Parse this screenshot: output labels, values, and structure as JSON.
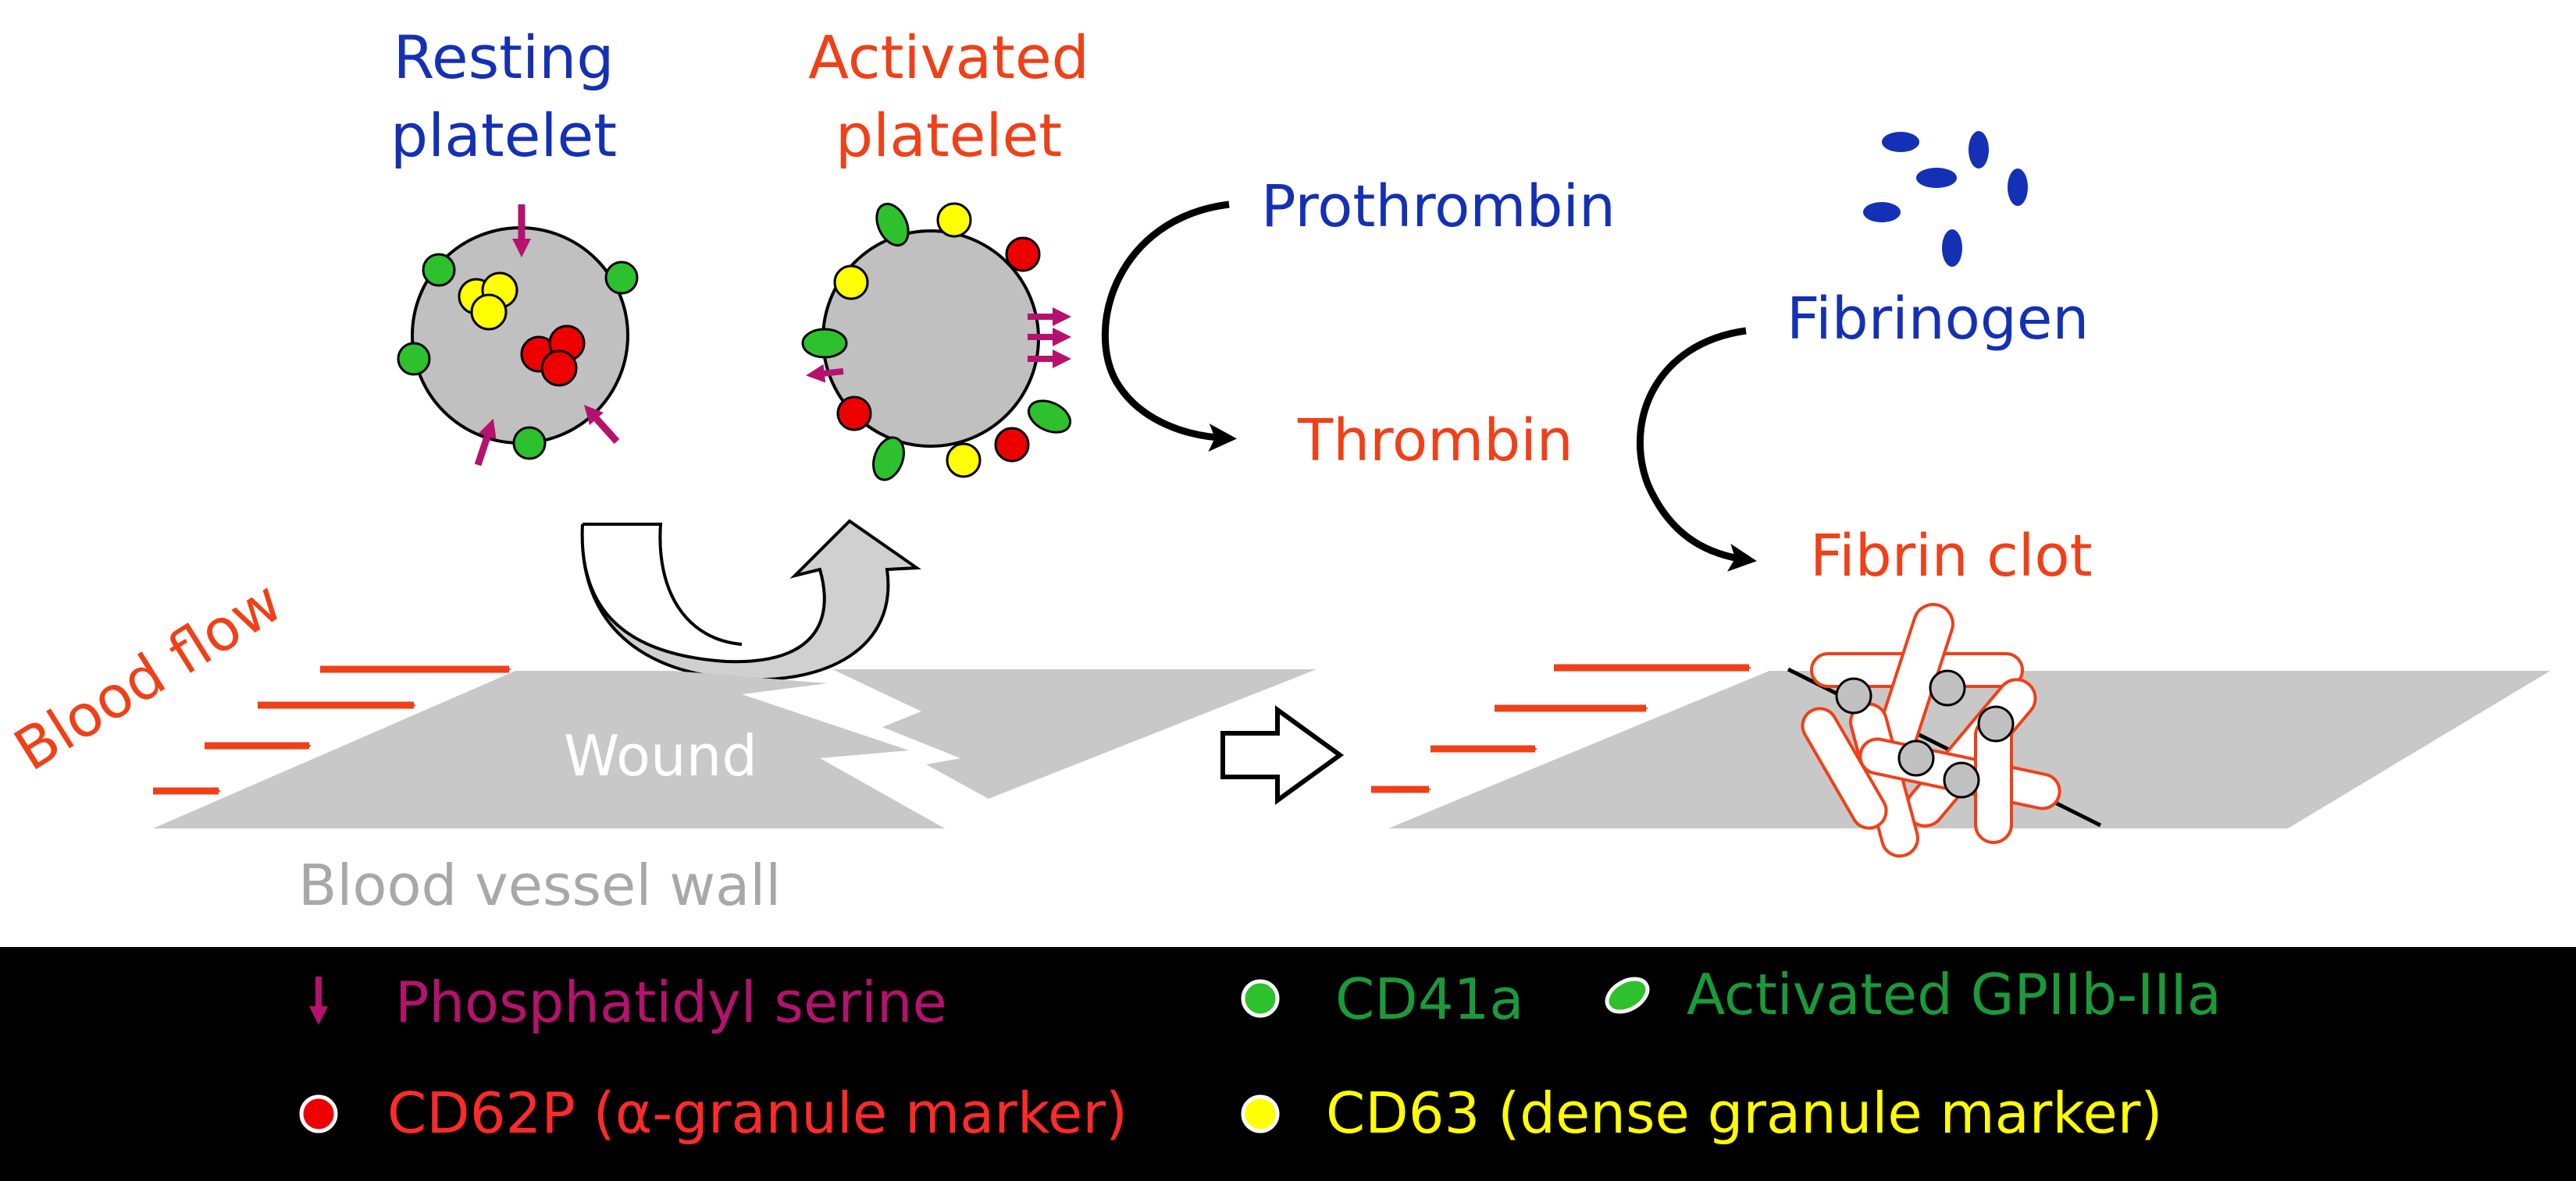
{
  "colors": {
    "blue": "#1430b4",
    "orange": "#f04018",
    "magenta": "#b4126e",
    "green_text": "#1a9a3a",
    "green_marker": "#2dc12d",
    "red_marker": "#ee0000",
    "red_text": "#ff2a2a",
    "yellow_marker": "#ffff00",
    "yellow_text": "#ffff00",
    "gray_platelet": "#c0c0c0",
    "gray_tissue": "#c8c8c8",
    "gray_label": "#a8a8a8",
    "legend_bg": "#000000"
  },
  "labels": {
    "resting_line1": "Resting",
    "resting_line2": "platelet",
    "activated_line1": "Activated",
    "activated_line2": "platelet",
    "prothrombin": "Prothrombin",
    "thrombin": "Thrombin",
    "fibrinogen": "Fibrinogen",
    "fibrin_clot": "Fibrin clot",
    "blood_flow": "Blood flow",
    "wound": "Wound",
    "vessel_wall": "Blood vessel wall"
  },
  "legend": {
    "phosphatidyl_serine": {
      "icon": "down-arrow-icon",
      "label": "Phosphatidyl serine"
    },
    "cd41a": {
      "icon": "green-dot-icon",
      "label": "CD41a"
    },
    "activated_gp": {
      "icon": "green-ellipse-icon",
      "label": "Activated GPIIb-IIIa"
    },
    "cd62p": {
      "icon": "red-dot-icon",
      "label": "CD62P (α-granule marker)"
    },
    "cd63": {
      "icon": "yellow-dot-icon",
      "label": "CD63 (dense granule marker)"
    }
  }
}
